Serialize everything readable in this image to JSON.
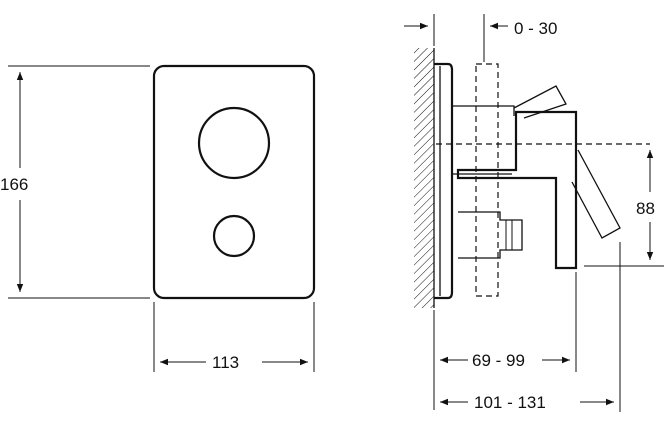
{
  "front_view": {
    "height_label": "166",
    "width_label": "113"
  },
  "side_view": {
    "adjust_label": "0 - 30",
    "handle_offset_label": "88",
    "body_depth_label": "69 - 99",
    "total_depth_label": "101 - 131"
  },
  "colors": {
    "line": "#111111",
    "background": "#ffffff"
  }
}
